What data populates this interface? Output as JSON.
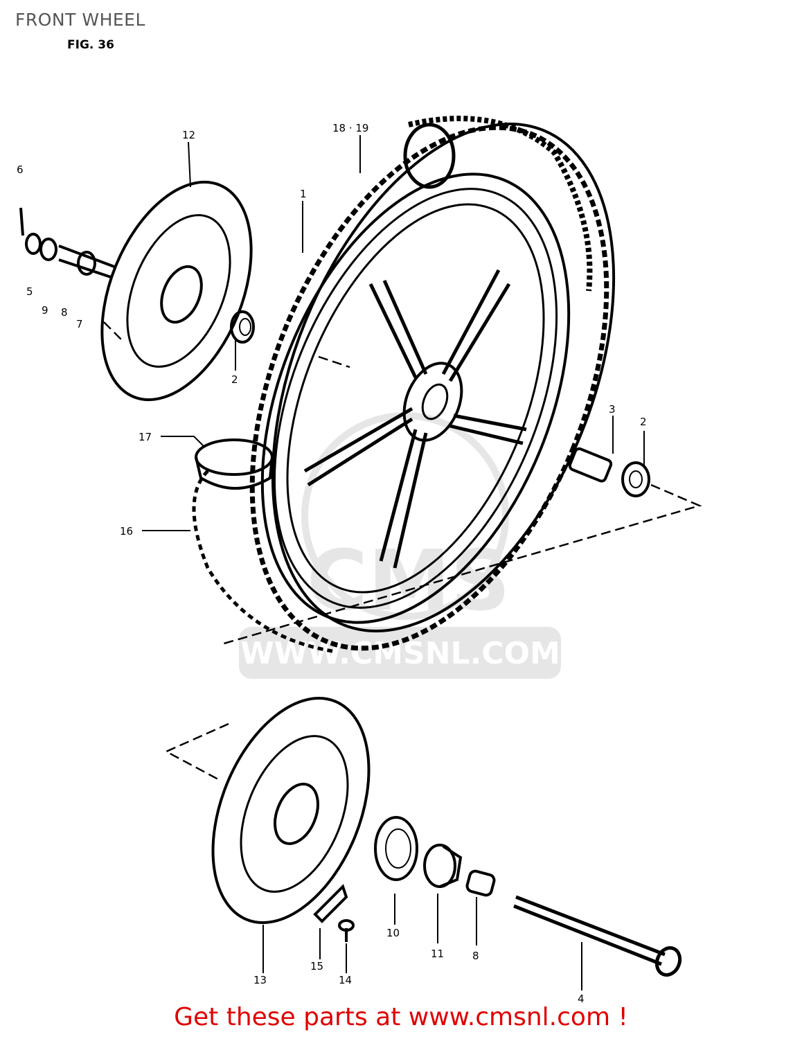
{
  "page_title": "FRONT WHEEL",
  "fig_label": "FIG. 36",
  "watermark": {
    "logo_text": "CMS",
    "url_text": "WWW.CMSNL.COM"
  },
  "footer": {
    "text": "Get these parts at www.cmsnl.com !",
    "color": "#e00000"
  },
  "callouts": {
    "c1": "1",
    "c2a": "2",
    "c2b": "2",
    "c3": "3",
    "c4": "4",
    "c5": "5",
    "c6": "6",
    "c7": "7",
    "c8a": "8",
    "c8b": "8",
    "c9": "9",
    "c10": "10",
    "c11": "11",
    "c12": "12",
    "c13": "13",
    "c14": "14",
    "c15": "15",
    "c16": "16",
    "c17": "17",
    "c18_19": "18 · 19"
  }
}
